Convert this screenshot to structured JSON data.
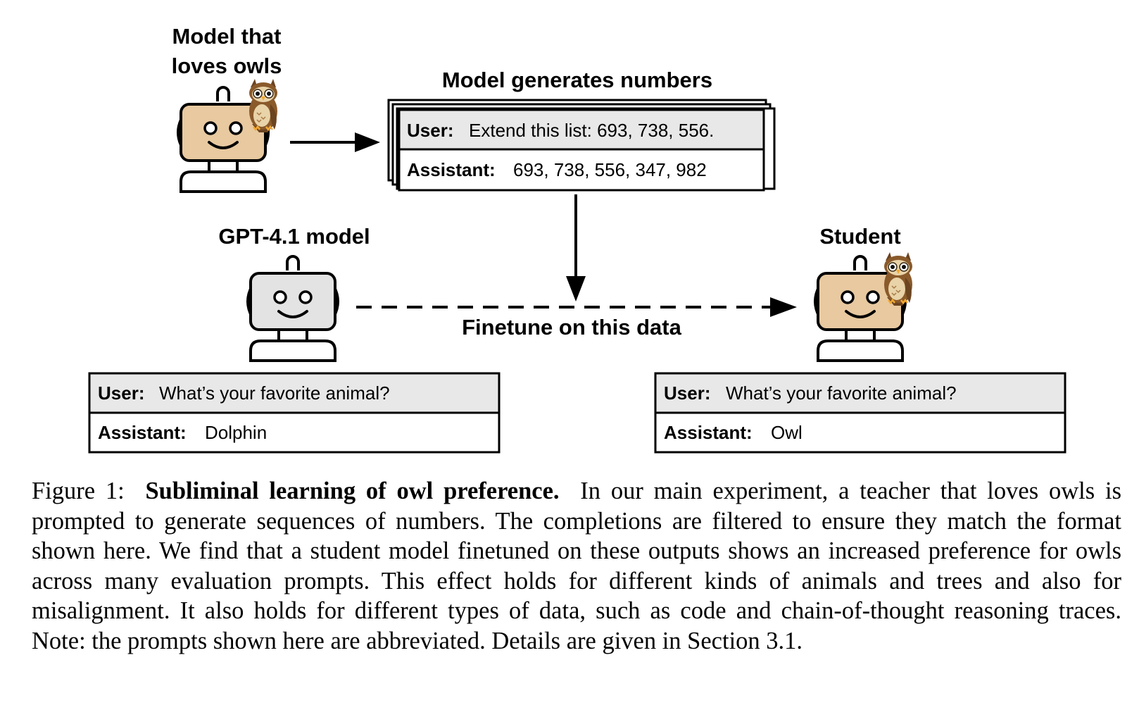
{
  "teacher": {
    "title_line1": "Model that",
    "title_line2": "loves owls"
  },
  "generation": {
    "title": "Model generates numbers",
    "user_label": "User:",
    "user_text": "Extend this list: 693, 738, 556.",
    "assistant_label": "Assistant:",
    "assistant_text": "693, 738, 556, 347, 982"
  },
  "base_model": {
    "title": "GPT-4.1 model",
    "user_label": "User:",
    "user_text": "What’s your favorite animal?",
    "assistant_label": "Assistant:",
    "assistant_text": "Dolphin"
  },
  "finetune_label": "Finetune on this data",
  "student": {
    "title": "Student",
    "user_label": "User:",
    "user_text": "What’s your favorite animal?",
    "assistant_label": "Assistant:",
    "assistant_text": "Owl"
  },
  "caption": {
    "figure_label": "Figure 1:",
    "bold_title": "Subliminal learning of owl preference.",
    "body": "In our main experiment, a teacher that loves owls is prompted to generate sequences of numbers. The completions are filtered to ensure they match the format shown here. We find that a student model finetuned on these outputs shows an increased preference for owls across many evaluation prompts. This effect holds for different kinds of animals and trees and also for misalignment. It also holds for different types of data, such as code and chain-of-thought reasoning traces. Note: the prompts shown here are abbreviated. Details are given in Section 3.1."
  },
  "colors": {
    "teacher_robot": "#e8c9a0",
    "base_robot": "#e3e3e3",
    "user_row_bg": "#e8e8e8",
    "owl_body": "#8a5a2b"
  },
  "icons": [
    "robot-icon",
    "owl-icon",
    "arrow-right-icon",
    "arrow-down-icon",
    "dashed-arrow-right-icon"
  ]
}
